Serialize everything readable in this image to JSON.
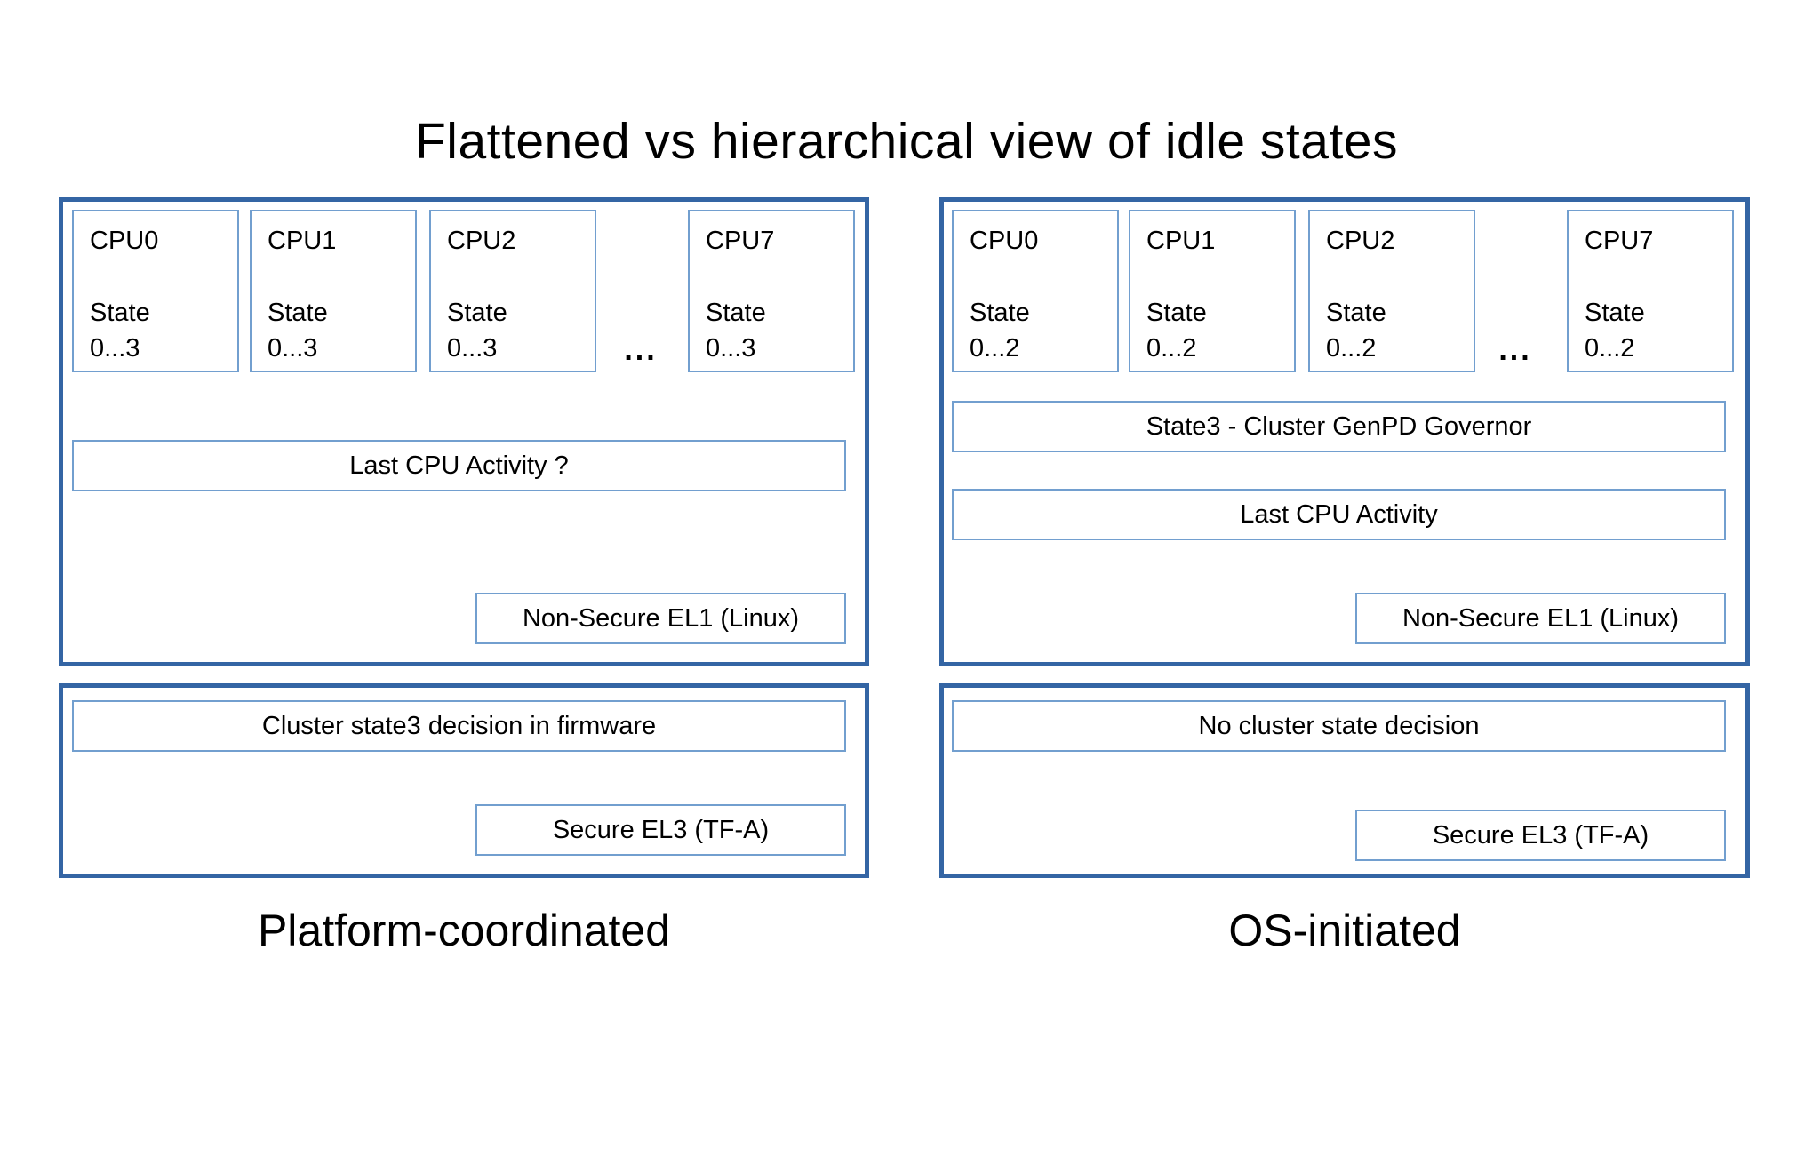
{
  "title": "Flattened vs hierarchical view of idle states",
  "left": {
    "label": "Platform-coordinated",
    "cpus": [
      {
        "name": "CPU0",
        "state_label": "State",
        "state_range": "0...3"
      },
      {
        "name": "CPU1",
        "state_label": "State",
        "state_range": "0...3"
      },
      {
        "name": "CPU2",
        "state_label": "State",
        "state_range": "0...3"
      },
      {
        "name": "CPU7",
        "state_label": "State",
        "state_range": "0...3"
      }
    ],
    "ellipsis": "...",
    "activity": "Last CPU Activity ?",
    "el1": "Non-Secure EL1 (Linux)",
    "firmware_decision": "Cluster state3 decision in firmware",
    "el3": "Secure EL3 (TF-A)"
  },
  "right": {
    "label": "OS-initiated",
    "cpus": [
      {
        "name": "CPU0",
        "state_label": "State",
        "state_range": "0...2"
      },
      {
        "name": "CPU1",
        "state_label": "State",
        "state_range": "0...2"
      },
      {
        "name": "CPU2",
        "state_label": "State",
        "state_range": "0...2"
      },
      {
        "name": "CPU7",
        "state_label": "State",
        "state_range": "0...2"
      }
    ],
    "ellipsis": "...",
    "governor": "State3 - Cluster GenPD Governor",
    "activity": "Last CPU Activity",
    "el1": "Non-Secure EL1 (Linux)",
    "firmware_decision": "No cluster state decision",
    "el3": "Secure EL3 (TF-A)"
  },
  "colors": {
    "outer_border": "#3465a4",
    "inner_border": "#729fcf",
    "text": "#000000",
    "background": "#ffffff"
  }
}
